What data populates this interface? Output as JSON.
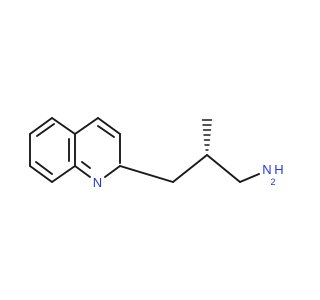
{
  "molecule": {
    "atoms": {
      "ring_nitrogen": {
        "label": "N",
        "color": "#2a3bd1"
      },
      "amine_nitrogen": {
        "label": "N",
        "color": "#2a3bd1"
      },
      "amine_hydrogens": {
        "label": "H",
        "subscript": "2",
        "color": "#2a3bd1"
      }
    },
    "bond_color": "#1a1a1a"
  }
}
